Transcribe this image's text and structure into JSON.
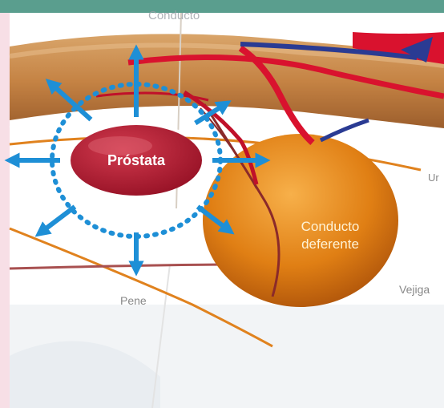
{
  "labels": {
    "top": "Conducto",
    "prostate": "Próstata",
    "vas_deferens_line1": "Conducto",
    "vas_deferens_line2": "deferente",
    "right_edge": "Vejiga",
    "right_small": "Ur",
    "bottom": "Pene"
  },
  "colors": {
    "header_bar": "#5a9e8e",
    "left_strip": "#f7dfe6",
    "tube": "#c88a4a",
    "prostate": "#b3132c",
    "gland": "#e07f14",
    "artery": "#d9122e",
    "vein": "#2a3b93",
    "arrows": "#1e8fd6",
    "nerve": "#e0821e"
  },
  "icons": {
    "radial_arrow": "arrow-icon"
  }
}
